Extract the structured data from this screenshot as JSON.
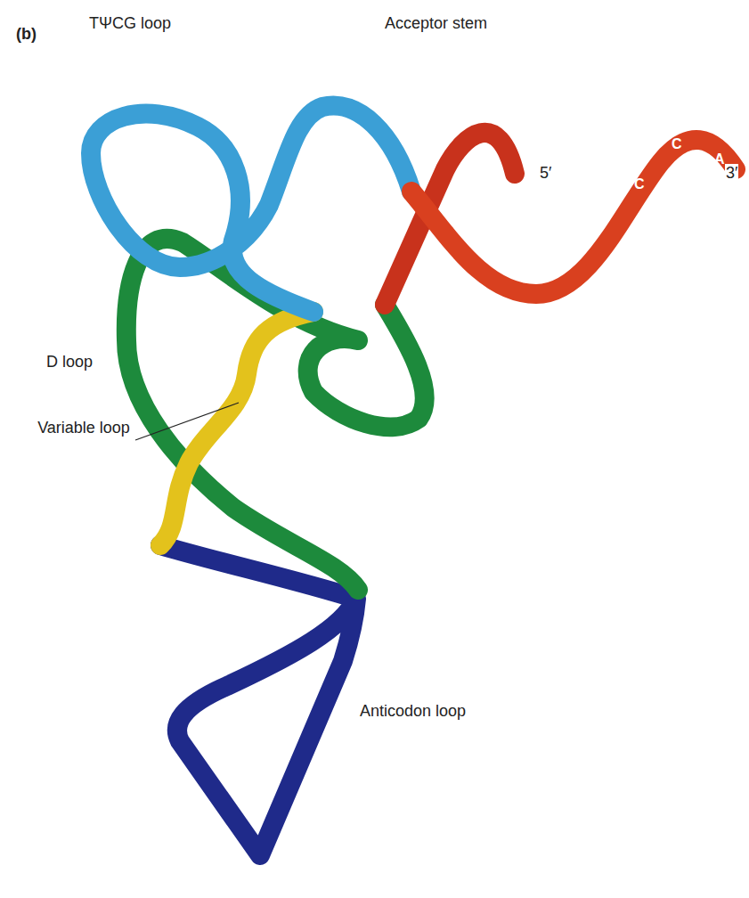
{
  "diagram": {
    "labels": [
      "(b)",
      "TΨCG loop",
      "Acceptor stem",
      "5′",
      "C",
      "C",
      "A",
      "3′",
      "D loop",
      "Variable loop",
      "Anticodon loop"
    ]
  }
}
